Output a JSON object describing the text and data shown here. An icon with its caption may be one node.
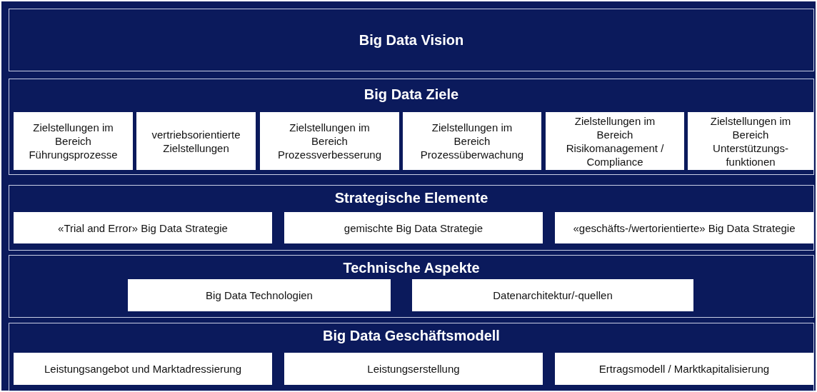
{
  "diagram": {
    "nodes": [
      {
        "text": [
          "Big Data Vision"
        ]
      },
      {
        "text": [
          "Big Data Ziele"
        ]
      },
      {
        "text": [
          "Zielstellungen im Bereich Führungsprozesse"
        ],
        "in": 1
      },
      {
        "text": [
          "vertriebsorientierte Zielstellungen"
        ],
        "in": 1
      },
      {
        "text": [
          "Zielstellungen im Bereich Prozessverbesserung"
        ],
        "in": 1
      },
      {
        "text": [
          "Zielstellungen im Bereich Prozessüberwachung"
        ],
        "in": 1
      },
      {
        "text": [
          "Zielstellungen im Bereich Risikomanagement / Compliance"
        ],
        "in": 1
      },
      {
        "text": [
          "Zielstellungen im Bereich Unterstützungs- funktionen"
        ],
        "in": 1
      },
      {
        "text": [
          "Strategische Elemente"
        ]
      },
      {
        "text": [
          "«Trial and Error» Big Data Strategie"
        ],
        "in": 8
      },
      {
        "text": [
          "gemischte Big Data Strategie"
        ],
        "in": 8
      },
      {
        "text": [
          "«geschäfts-/wertorientierte» Big Data Strategie"
        ],
        "in": 8
      },
      {
        "text": [
          "Technische Aspekte"
        ]
      },
      {
        "text": [
          "Big Data Technologien"
        ],
        "in": 12
      },
      {
        "text": [
          "Datenarchitektur/-quellen"
        ],
        "in": 12
      },
      {
        "text": [
          "Big Data Geschäftsmodell"
        ]
      },
      {
        "text": [
          "Leistungsangebot und Marktadressierung"
        ],
        "in": 15
      },
      {
        "text": [
          "Leistungserstellung"
        ],
        "in": 15
      },
      {
        "text": [
          "Ertragsmodell / Marktkapitalisierung"
        ],
        "in": 15
      }
    ],
    "edges": []
  }
}
